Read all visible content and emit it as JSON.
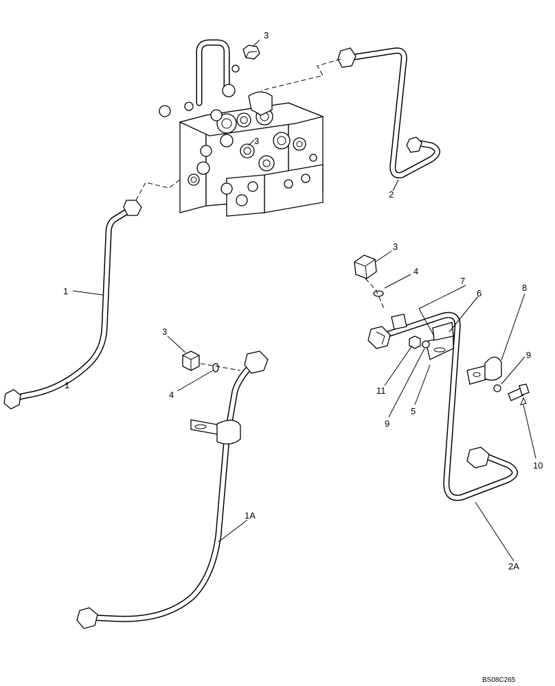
{
  "callouts": {
    "c3_top": "3",
    "c3_mid": "3",
    "c2": "2",
    "c1": "1",
    "c1_tube": "1",
    "c3_left": "3",
    "c4_left": "4",
    "c1A": "1A",
    "c3_right": "3",
    "c4_right": "4",
    "c7": "7",
    "c6": "6",
    "c8": "8",
    "c9_right": "9",
    "c11": "11",
    "c9_low": "9",
    "c5": "5",
    "c10": "10",
    "c2A": "2A"
  },
  "drawing_code": "BS08C265"
}
